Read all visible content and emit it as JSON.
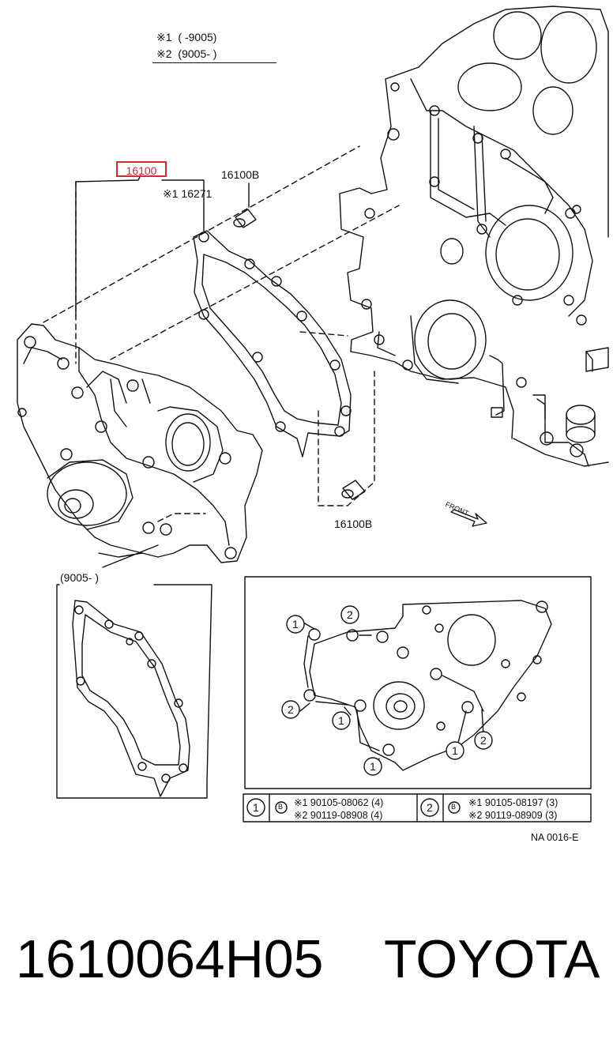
{
  "header": {
    "note1_mark": "※1",
    "note1_range": "(      -9005)",
    "note2_mark": "※2",
    "note2_range": "(9005-      )"
  },
  "labels": {
    "callout_part": "16100",
    "part_16100B_top": "16100B",
    "gasket_note": "※1 16271",
    "part_16100B_bottom": "16100B",
    "front": "FRONT",
    "inset_range": "(9005-          )",
    "code": "NA 0016-E"
  },
  "bolt_callouts": [
    "1",
    "2",
    "2",
    "1",
    "1",
    "1",
    "2"
  ],
  "legend": {
    "group1_num": "1",
    "group1_symbol": "B",
    "group1_line1": "※1 90105-08062 (4)",
    "group1_line2": "※2 90119-08908 (4)",
    "group2_num": "2",
    "group2_symbol": "B",
    "group2_line1": "※1 90105-08197 (3)",
    "group2_line2": "※2 90119-08909 (3)"
  },
  "footer": {
    "part_number": "1610064H05",
    "brand": "TOYOTA"
  },
  "colors": {
    "callout_red": "#d12b2b",
    "line": "#111111"
  }
}
